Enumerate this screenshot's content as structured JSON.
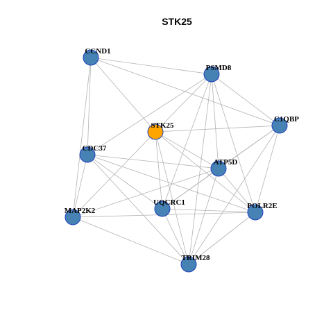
{
  "title": "STK25",
  "colors": {
    "center": "#FFA500",
    "node": "#4682B4",
    "node_border": "#1F3FBF",
    "edge": "#B3B3B3"
  },
  "nodes": [
    {
      "id": "CCND1",
      "label": "CCND1",
      "role": "neighbor"
    },
    {
      "id": "PSMD8",
      "label": "PSMD8",
      "role": "neighbor"
    },
    {
      "id": "STK25",
      "label": "STK25",
      "role": "center"
    },
    {
      "id": "C1QBP",
      "label": "C1QBP",
      "role": "neighbor"
    },
    {
      "id": "CDC37",
      "label": "CDC37",
      "role": "neighbor"
    },
    {
      "id": "ATP5D",
      "label": "ATP5D",
      "role": "neighbor"
    },
    {
      "id": "UQCRC1",
      "label": "UQCRC1",
      "role": "neighbor"
    },
    {
      "id": "MAP2K2",
      "label": "MAP2K2",
      "role": "neighbor"
    },
    {
      "id": "POLR2E",
      "label": "POLR2E",
      "role": "neighbor"
    },
    {
      "id": "TRIM28",
      "label": "TRIM28",
      "role": "neighbor"
    }
  ],
  "edges": [
    [
      "CCND1",
      "PSMD8"
    ],
    [
      "CCND1",
      "C1QBP"
    ],
    [
      "CCND1",
      "STK25"
    ],
    [
      "CCND1",
      "CDC37"
    ],
    [
      "CCND1",
      "MAP2K2"
    ],
    [
      "PSMD8",
      "C1QBP"
    ],
    [
      "PSMD8",
      "STK25"
    ],
    [
      "PSMD8",
      "CDC37"
    ],
    [
      "PSMD8",
      "ATP5D"
    ],
    [
      "PSMD8",
      "UQCRC1"
    ],
    [
      "PSMD8",
      "POLR2E"
    ],
    [
      "PSMD8",
      "TRIM28"
    ],
    [
      "STK25",
      "C1QBP"
    ],
    [
      "STK25",
      "ATP5D"
    ],
    [
      "STK25",
      "UQCRC1"
    ],
    [
      "STK25",
      "MAP2K2"
    ],
    [
      "STK25",
      "TRIM28"
    ],
    [
      "STK25",
      "POLR2E"
    ],
    [
      "C1QBP",
      "ATP5D"
    ],
    [
      "C1QBP",
      "POLR2E"
    ],
    [
      "C1QBP",
      "TRIM28"
    ],
    [
      "C1QBP",
      "UQCRC1"
    ],
    [
      "CDC37",
      "ATP5D"
    ],
    [
      "CDC37",
      "POLR2E"
    ],
    [
      "CDC37",
      "TRIM28"
    ],
    [
      "CDC37",
      "MAP2K2"
    ],
    [
      "CDC37",
      "UQCRC1"
    ],
    [
      "ATP5D",
      "MAP2K2"
    ],
    [
      "ATP5D",
      "POLR2E"
    ],
    [
      "ATP5D",
      "TRIM28"
    ],
    [
      "ATP5D",
      "UQCRC1"
    ],
    [
      "UQCRC1",
      "POLR2E"
    ],
    [
      "UQCRC1",
      "TRIM28"
    ],
    [
      "MAP2K2",
      "POLR2E"
    ],
    [
      "MAP2K2",
      "TRIM28"
    ],
    [
      "POLR2E",
      "TRIM28"
    ]
  ]
}
